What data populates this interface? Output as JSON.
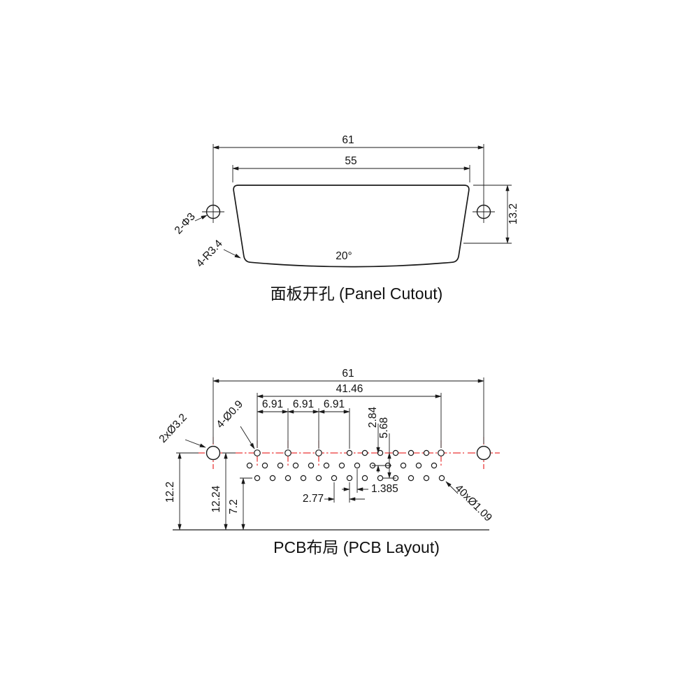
{
  "colors": {
    "line": "#1a1a1a",
    "centerline_red": "#e60000",
    "background": "#ffffff"
  },
  "panel_cutout": {
    "title": "面板开孔 (Panel Cutout)",
    "dims": {
      "width_outer": "61",
      "width_cutout": "55",
      "height": "13.2",
      "angle": "20°",
      "mount_holes": "2-Φ3",
      "corner_radius": "4-R3.4"
    }
  },
  "pcb_layout": {
    "title": "PCB布局 (PCB Layout)",
    "dims": {
      "width_outer": "61",
      "pin_span": "41.46",
      "pitches": [
        "6.91",
        "6.91",
        "6.91"
      ],
      "row_gap_small": "2.84",
      "row_gap_large": "5.68",
      "pin_pitch": "2.77",
      "stagger": "1.385",
      "hole_to_edge": "12.2",
      "row1_to_edge": "12.24",
      "row3_to_edge": "7.2",
      "mount_holes": "2xØ3.2",
      "coax_holes": "4-Ø0.9",
      "signal_holes": "40xØ1.09"
    }
  }
}
